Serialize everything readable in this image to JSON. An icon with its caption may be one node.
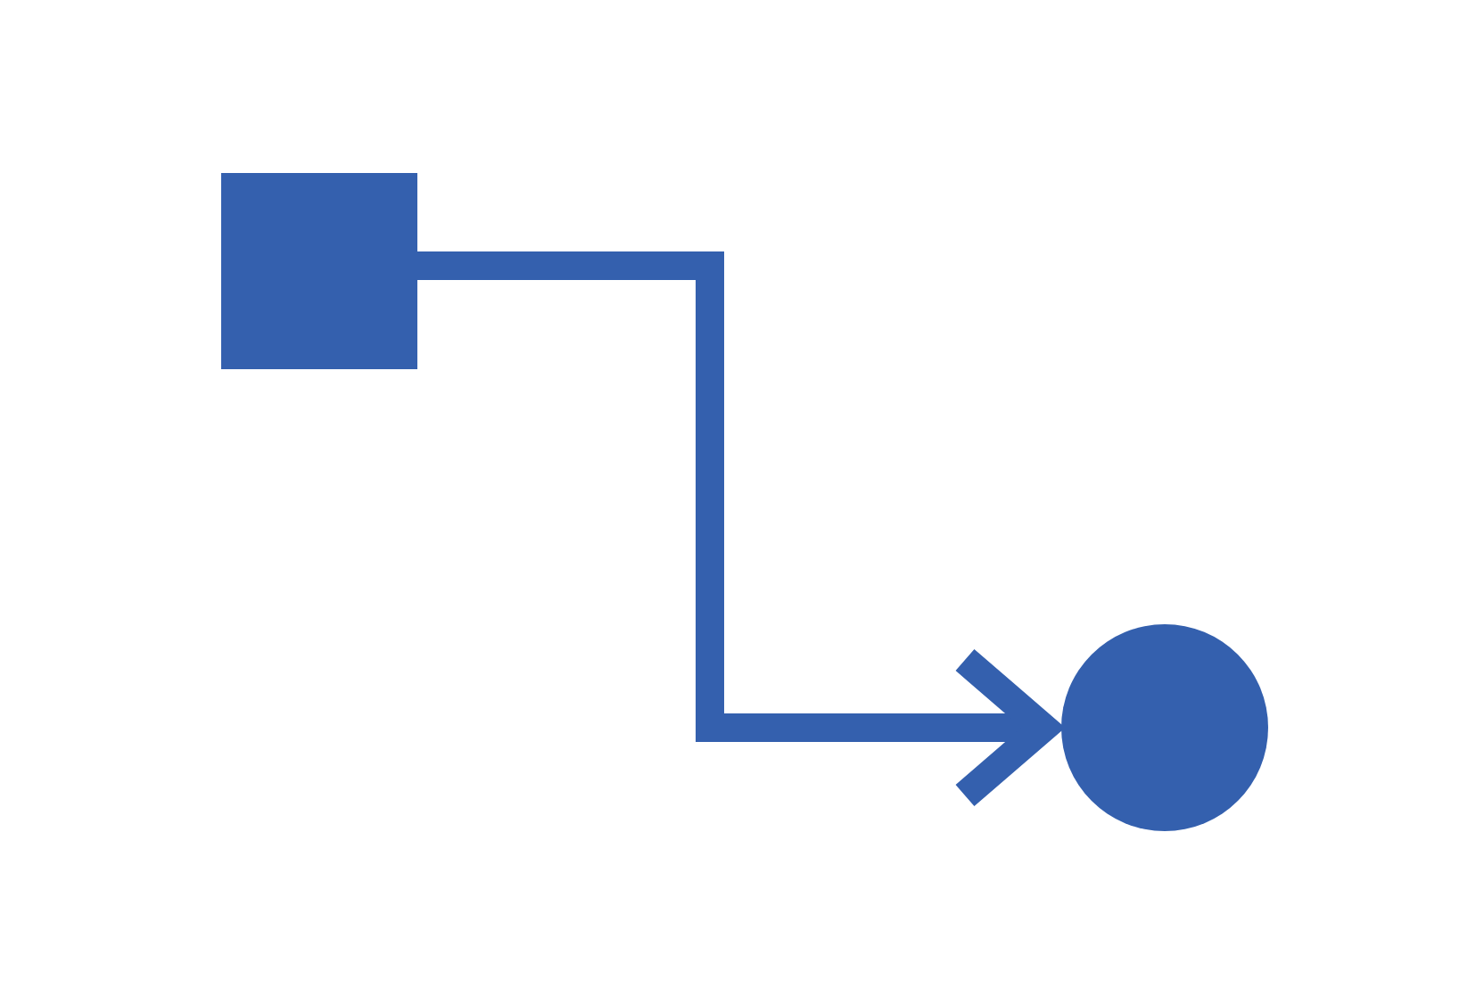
{
  "diagram": {
    "nodes": [
      {
        "text": [],
        "shape": "box"
      },
      {
        "text": [],
        "shape": "circle"
      }
    ],
    "edges": [
      {
        "from": 0,
        "to": 1,
        "arrow": "to"
      }
    ]
  }
}
